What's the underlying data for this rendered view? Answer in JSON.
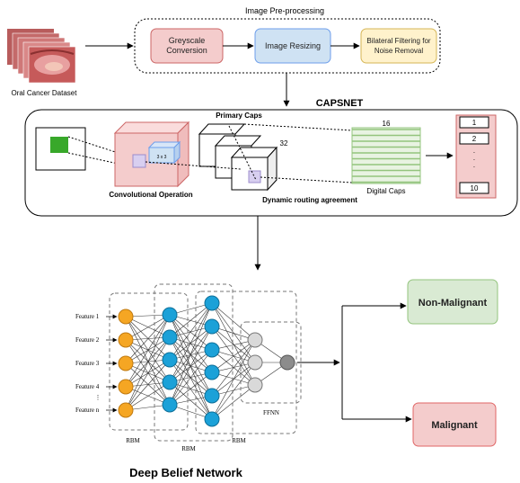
{
  "preprocessing": {
    "title": "Image Pre-processing",
    "steps": [
      {
        "line1": "Greyscale",
        "line2": "Conversion",
        "fill": "#f4cccc",
        "stroke": "#cc6666"
      },
      {
        "line1": "Image Resizing",
        "line2": "",
        "fill": "#cfe2f3",
        "stroke": "#6d9eeb"
      },
      {
        "line1": "Bilateral Filtering for",
        "line2": "Noise Removal",
        "fill": "#fff2cc",
        "stroke": "#d6b656"
      }
    ]
  },
  "dataset": {
    "label": "Oral Cancer Dataset"
  },
  "capsnet": {
    "title": "CAPSNET",
    "primary_caps": "Primary Caps",
    "caps_count": "32",
    "digit_count": "16",
    "digit_caps": "Digital Caps",
    "conv_label": "Convolutional Operation",
    "routing_label": "Dynamic routing agreement",
    "kernel_label": "3 x 3",
    "outputs": [
      "1",
      "2",
      "·",
      "·",
      "·",
      "10"
    ]
  },
  "dbn": {
    "title": "Deep Belief Network",
    "features": [
      "Feature 1",
      "Feature 2",
      "Feature 3",
      "Feature 4",
      "Feature n"
    ],
    "rbm_labels": [
      "RBM",
      "RBM",
      "RBM"
    ],
    "ffnn_label": "FFNN"
  },
  "outputs": {
    "non_malignant": "Non-Malignant",
    "malignant": "Malignant"
  },
  "colors": {
    "input_node": "#f5a623",
    "hidden_node": "#1ba1d8",
    "ffnn_node": "#d9d9d9",
    "output_node": "#8c8c8c",
    "non_malignant_fill": "#d9ead3",
    "non_malignant_stroke": "#93c47d",
    "malignant_fill": "#f4cccc",
    "malignant_stroke": "#e06666",
    "digit_caps": "#93c47d",
    "conv_block": "#f4cccc"
  },
  "icons": [
    "dataset-image-stack-icon",
    "input-image-icon",
    "down-arrow-icon"
  ]
}
